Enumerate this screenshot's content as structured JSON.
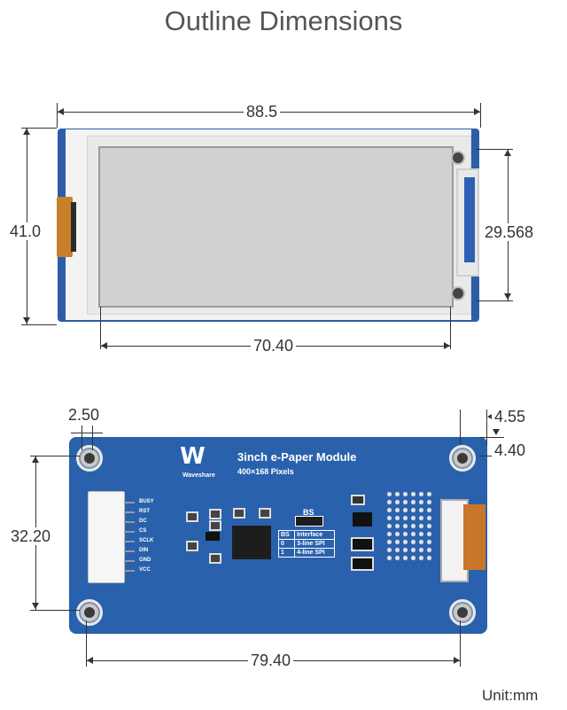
{
  "title": "Outline Dimensions",
  "front": {
    "width_mm": "88.5",
    "height_mm": "41.0",
    "display_height_mm": "29.568",
    "display_width_mm": "70.40"
  },
  "back": {
    "hole_diameter_mm": "2.50",
    "hole_offset_x_mm": "4.55",
    "hole_offset_y_mm": "4.40",
    "hole_pitch_y_mm": "32.20",
    "hole_pitch_x_mm": "79.40",
    "board_title": "3inch e-Paper Module",
    "board_subtitle": "400×168 Pixels",
    "brand": "Waveshare",
    "pins": [
      "BUSY",
      "RST",
      "DC",
      "CS",
      "SCLK",
      "DIN",
      "GND",
      "VCC"
    ],
    "bs_label": "BS",
    "bs_table": {
      "header": [
        "BS",
        "Interface"
      ],
      "rows": [
        [
          "0",
          "3-line SPI"
        ],
        [
          "1",
          "4-line SPI"
        ]
      ]
    }
  },
  "unit": "Unit:mm",
  "colors": {
    "pcb_blue": "#2961ad",
    "frame_blue": "#2d5da8",
    "fpc_orange": "#c8762a"
  }
}
